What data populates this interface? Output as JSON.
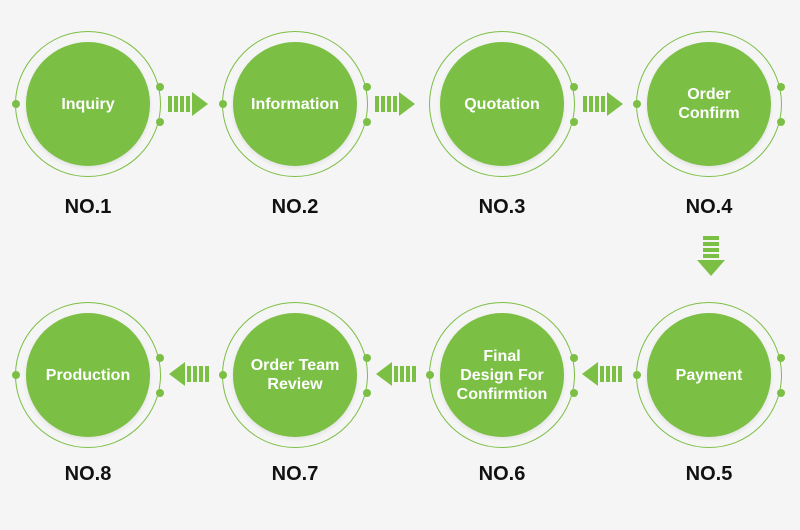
{
  "colors": {
    "accent": "#7cbf45",
    "background": "#f5f5f5",
    "text": "#111111"
  },
  "steps": [
    {
      "label": "Inquiry",
      "number": "NO.1"
    },
    {
      "label": "Information",
      "number": "NO.2"
    },
    {
      "label": "Quotation",
      "number": "NO.3"
    },
    {
      "label": "Order\nConfirm",
      "number": "NO.4"
    },
    {
      "label": "Payment",
      "number": "NO.5"
    },
    {
      "label": "Final\nDesign For\nConfirmtion",
      "number": "NO.6"
    },
    {
      "label": "Order Team\nReview",
      "number": "NO.7"
    },
    {
      "label": "Production",
      "number": "NO.8"
    }
  ],
  "arrows": [
    {
      "icon": "arrow-right-icon"
    },
    {
      "icon": "arrow-right-icon"
    },
    {
      "icon": "arrow-right-icon"
    },
    {
      "icon": "arrow-down-icon"
    },
    {
      "icon": "arrow-left-icon"
    },
    {
      "icon": "arrow-left-icon"
    },
    {
      "icon": "arrow-left-icon"
    }
  ]
}
